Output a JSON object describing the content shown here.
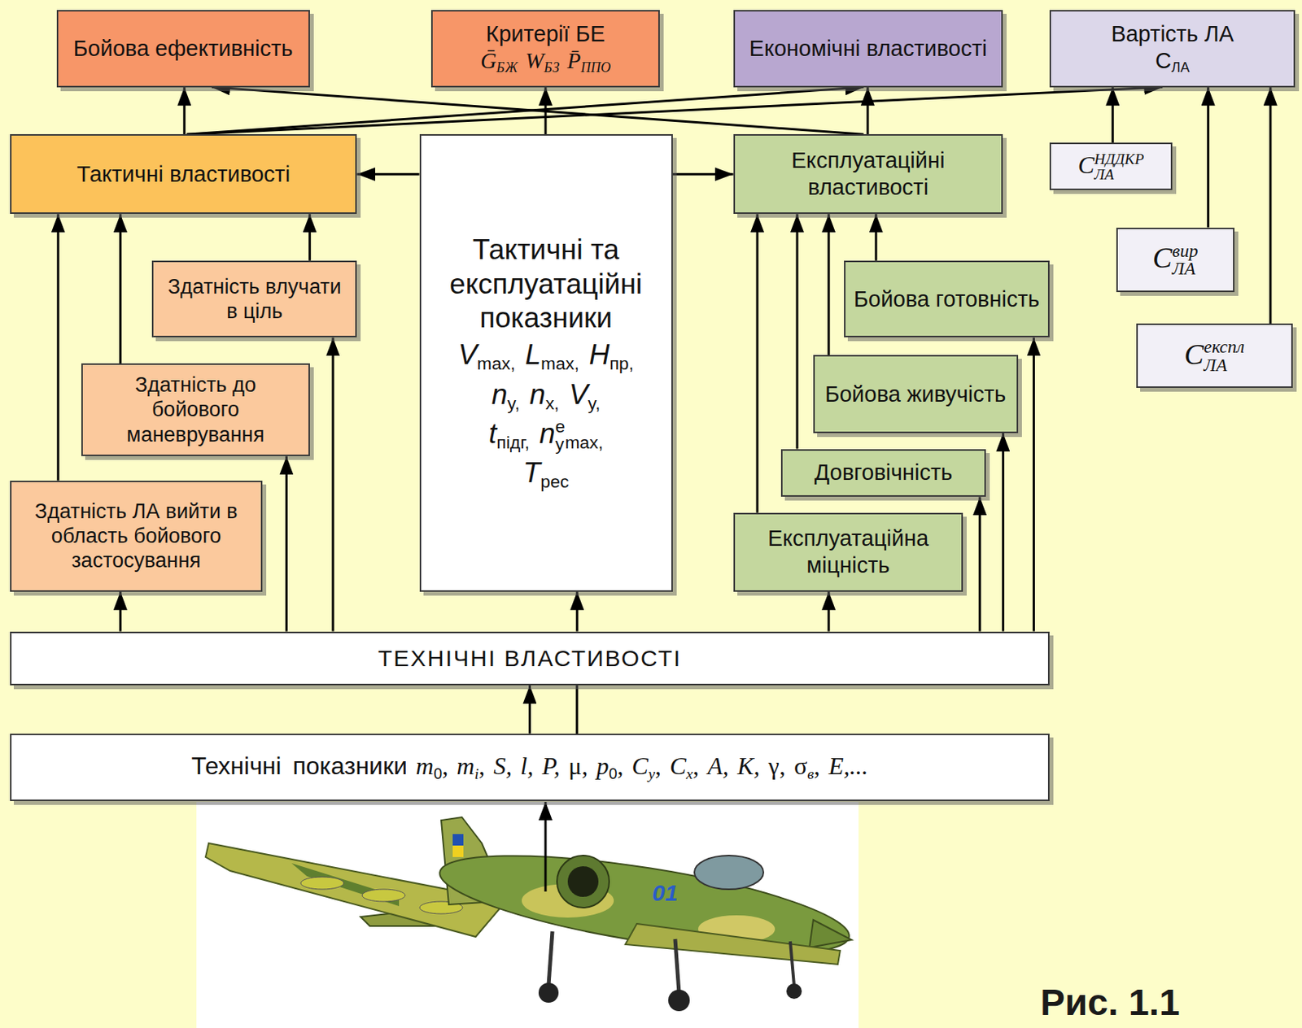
{
  "diagram": {
    "caption": "Рис. 1.1",
    "nodes": [
      {
        "text": [
          "Бойова ефективність"
        ]
      },
      {
        "text": [
          "Критерії БЕ",
          "Ḡ",
          "БЖ",
          "W",
          "БЗ",
          "P̄",
          "ППО"
        ]
      },
      {
        "text": [
          "Економічні властивості"
        ]
      },
      {
        "text": [
          "Вартість ЛА",
          "C",
          "ЛА"
        ]
      },
      {
        "text": [
          "Тактичні властивості"
        ]
      },
      {
        "text": [
          "Тактичні та експлуатаційні показники",
          "V",
          "max,",
          "L",
          "max,",
          "H",
          "пр,",
          "n",
          "y,",
          "n",
          "x,",
          "V",
          "y,",
          "t",
          "підг,",
          "n",
          "е",
          "y",
          "max,",
          "T",
          "рес"
        ]
      },
      {
        "text": [
          "Експлуатаційні властивості"
        ]
      },
      {
        "text": [
          "C",
          "НДДКР",
          "ЛА"
        ]
      },
      {
        "text": [
          "Здатність влучати в ціль"
        ]
      },
      {
        "text": [
          "Бойова готовність"
        ]
      },
      {
        "text": [
          "C",
          "вир",
          "ЛА"
        ]
      },
      {
        "text": [
          "C",
          "експл",
          "ЛА"
        ]
      },
      {
        "text": [
          "Здатність до бойового маневрування"
        ]
      },
      {
        "text": [
          "Бойова живучість"
        ]
      },
      {
        "text": [
          "Довговічність"
        ]
      },
      {
        "text": [
          "Здатність ЛА вийти в область бойового застосування"
        ]
      },
      {
        "text": [
          "Експлуатаційна міцність"
        ]
      },
      {
        "text": [
          "ТЕХНІЧНІ ВЛАСТИВОСТІ"
        ]
      },
      {
        "text": [
          "Технічні показники",
          "m",
          "0",
          ",",
          "m",
          "i",
          ",",
          "S,",
          "l,",
          "P,",
          "μ,",
          "p",
          "0",
          ",",
          "C",
          "y",
          ",",
          "C",
          "x",
          ",",
          "A,",
          "K,",
          "γ,",
          "σ",
          "в",
          ",",
          "E,..."
        ]
      }
    ],
    "edges": [
      {
        "from": 4,
        "to": 0,
        "arrow": "to"
      },
      {
        "from": 5,
        "to": 1,
        "arrow": "to"
      },
      {
        "from": 6,
        "to": 2,
        "arrow": "to"
      },
      {
        "from": 4,
        "to": 2,
        "arrow": "to"
      },
      {
        "from": 4,
        "to": 3,
        "arrow": "to"
      },
      {
        "from": 6,
        "to": 0,
        "arrow": "to"
      },
      {
        "from": 5,
        "to": 4,
        "arrow": "to"
      },
      {
        "from": 5,
        "to": 6,
        "arrow": "to"
      },
      {
        "from": 7,
        "to": 3,
        "arrow": "to"
      },
      {
        "from": 10,
        "to": 3,
        "arrow": "to"
      },
      {
        "from": 11,
        "to": 3,
        "arrow": "to"
      },
      {
        "from": 15,
        "to": 4,
        "arrow": "to"
      },
      {
        "from": 12,
        "to": 4,
        "arrow": "to"
      },
      {
        "from": 8,
        "to": 4,
        "arrow": "to"
      },
      {
        "from": 16,
        "to": 6,
        "arrow": "to"
      },
      {
        "from": 14,
        "to": 6,
        "arrow": "to"
      },
      {
        "from": 13,
        "to": 6,
        "arrow": "to"
      },
      {
        "from": 9,
        "to": 6,
        "arrow": "to"
      },
      {
        "from": 17,
        "to": 15,
        "arrow": "to"
      },
      {
        "from": 17,
        "to": 12,
        "arrow": "to"
      },
      {
        "from": 17,
        "to": 8,
        "arrow": "to"
      },
      {
        "from": 17,
        "to": 5,
        "arrow": "to"
      },
      {
        "from": 17,
        "to": 16,
        "arrow": "to"
      },
      {
        "from": 17,
        "to": 14,
        "arrow": "to"
      },
      {
        "from": 17,
        "to": 13,
        "arrow": "to"
      },
      {
        "from": 17,
        "to": 9,
        "arrow": "to"
      },
      {
        "from": 18,
        "to": 17,
        "arrow": "to"
      }
    ],
    "labels": [
      "01"
    ]
  }
}
